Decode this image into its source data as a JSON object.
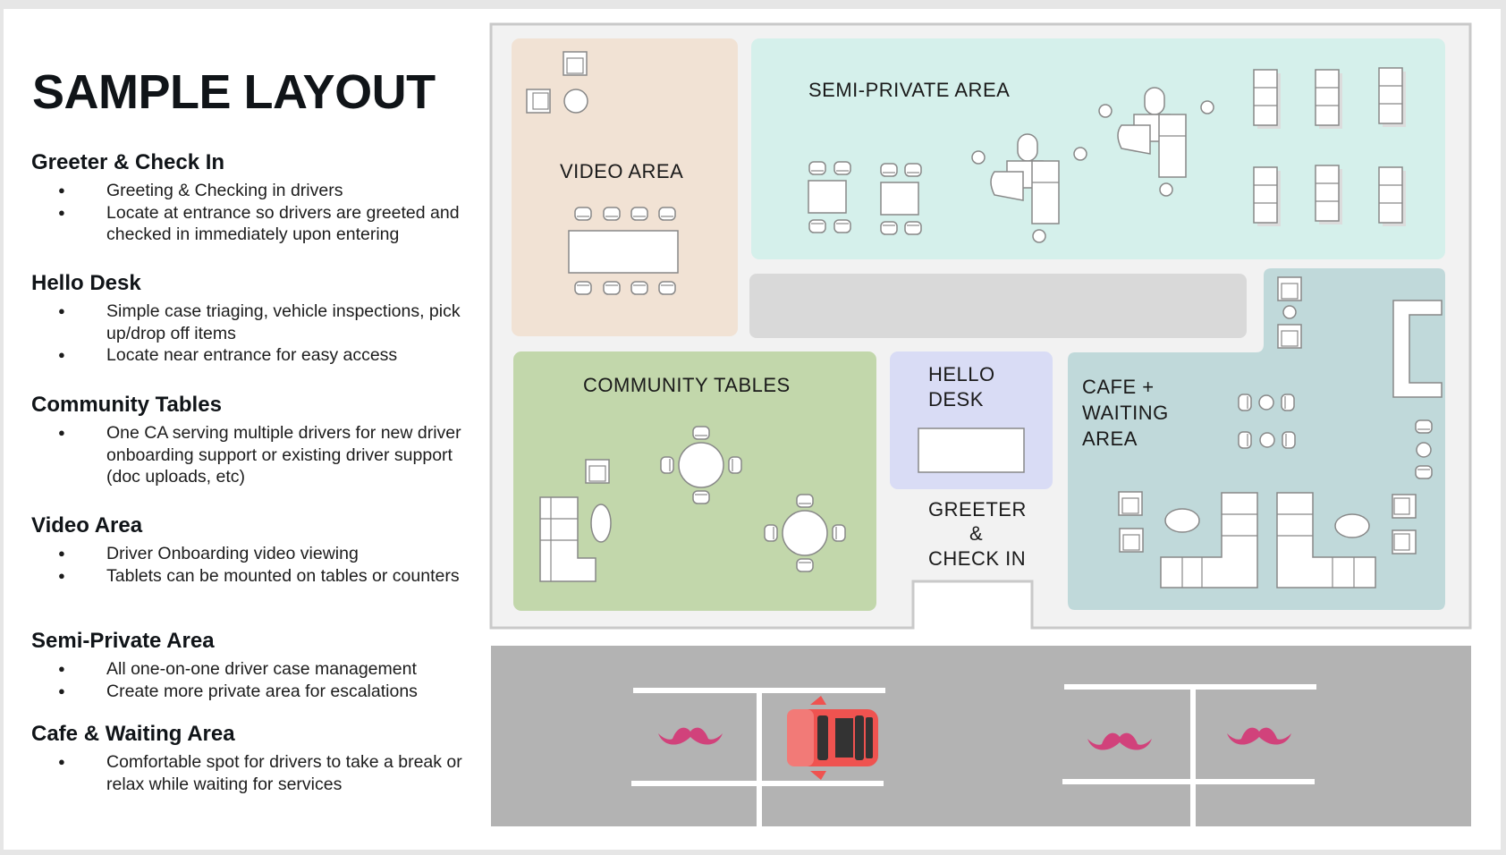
{
  "title": "SAMPLE LAYOUT",
  "sections": [
    {
      "heading": "Greeter & Check In",
      "bullets": [
        "Greeting & Checking in drivers",
        "Locate at entrance so drivers are greeted and checked in immediately upon entering"
      ]
    },
    {
      "heading": "Hello Desk",
      "bullets": [
        "Simple case triaging, vehicle inspections, pick up/drop off items",
        "Locate near entrance for easy access"
      ]
    },
    {
      "heading": "Community Tables",
      "bullets": [
        "One CA serving multiple drivers for new driver onboarding support or existing driver support (doc uploads, etc)"
      ]
    },
    {
      "heading": "Video Area",
      "bullets": [
        "Driver Onboarding video viewing",
        "Tablets can be mounted on tables or counters"
      ]
    },
    {
      "heading": "Semi-Private Area",
      "bullets": [
        "All one-on-one driver case management",
        "Create more private area for escalations"
      ]
    },
    {
      "heading": "Cafe & Waiting Area",
      "bullets": [
        "Comfortable spot for drivers to take a break or relax while waiting for services"
      ]
    }
  ],
  "map": {
    "video_area": "VIDEO AREA",
    "semi_private_area": "SEMI-PRIVATE AREA",
    "community_tables": "COMMUNITY TABLES",
    "hello_desk_1": "HELLO",
    "hello_desk_2": "DESK",
    "greeter_1": "GREETER",
    "greeter_2": "&",
    "greeter_3": "CHECK IN",
    "cafe_1": "CAFE +",
    "cafe_2": "WAITING",
    "cafe_3": "AREA"
  },
  "colors": {
    "video": "#f1e2d4",
    "semi_private": "#d5f0eb",
    "community": "#c2d7ab",
    "hello": "#d9dcf5",
    "cafe": "#c0d9da",
    "corridor": "#d9d9d9",
    "floor": "#f2f2f2",
    "parking": "#b3b3b3",
    "mustache": "#d1427b",
    "car": "#ef5350"
  }
}
